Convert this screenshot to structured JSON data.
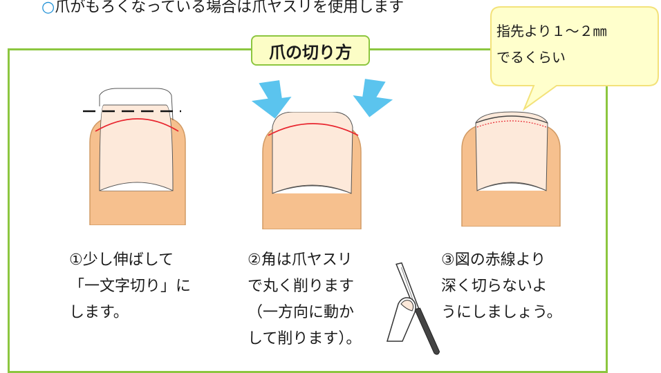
{
  "header": {
    "bullet": "○",
    "note": "爪がもろくなっている場合は爪ヤスリを使用します"
  },
  "title": "爪の切り方",
  "bubble": {
    "line1": "指先より１～２㎜",
    "line2": "でるくらい"
  },
  "steps": [
    {
      "lines": [
        "①少し伸ばして",
        "「一文字切り」に",
        "します。"
      ]
    },
    {
      "lines": [
        "②角は爪ヤスリ",
        "で丸く削ります",
        "（一方向に動か",
        "して削ります）。"
      ]
    },
    {
      "lines": [
        "③図の赤線より",
        "深く切らないよ",
        "うにしましょう。"
      ]
    }
  ],
  "colors": {
    "frame": "#8cc63f",
    "title_bg": "#fcfdc6",
    "skin": "#f6c08e",
    "nail_line": "#e8252e",
    "arrow": "#5bc4ee",
    "bubble_bg": "#ffffcc",
    "bubble_border": "#f3e27a"
  },
  "icons": [
    "cut-line-icon",
    "arrow-icon",
    "nail-file-icon",
    "finger-icon"
  ]
}
